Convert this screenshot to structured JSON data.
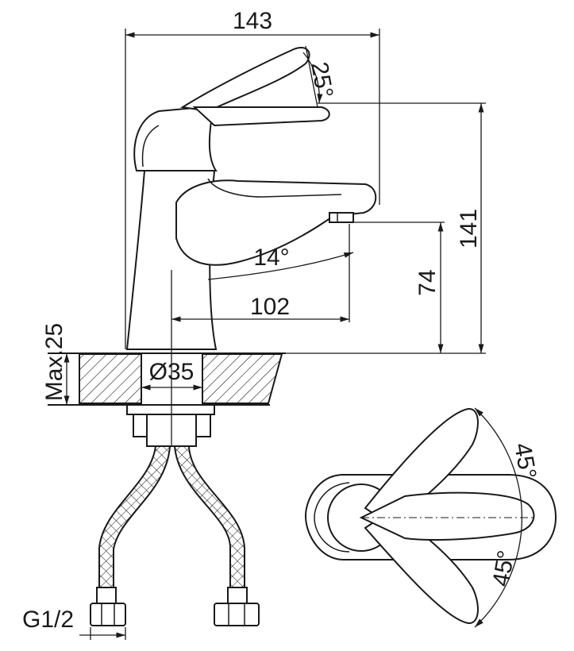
{
  "dimensions": {
    "overall_width": "143",
    "handle_angle": "25°",
    "overall_height": "141",
    "spout_height": "74",
    "spout_angle": "14°",
    "spout_reach": "102",
    "hole_diameter": "Ø35",
    "max_deck_thickness": "Max.25",
    "connection_thread": "G1/2",
    "rotation_angle_upper": "45°",
    "rotation_angle_lower": "45°"
  },
  "colors": {
    "line": "#1a1a1a",
    "background": "#ffffff"
  }
}
